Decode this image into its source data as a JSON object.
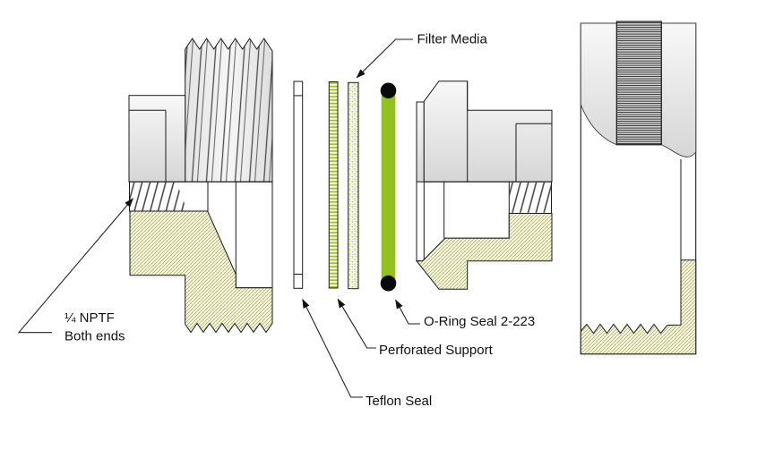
{
  "diagram": {
    "labels": {
      "filter_media": "Filter Media",
      "oring_seal": "O-Ring Seal 2-223",
      "perforated_support": "Perforated Support",
      "teflon_seal": "Teflon Seal",
      "nptf_line1": "¼ NPTF",
      "nptf_line2": "Both ends"
    },
    "colors": {
      "oring_green": "#93c01f",
      "perforation_green": "#9dc41e",
      "stipple_green": "#a6c43a",
      "hatch_bg": "#f8f8dd",
      "hatch_line": "#b1b35a",
      "outline": "#1a1a1a"
    }
  }
}
